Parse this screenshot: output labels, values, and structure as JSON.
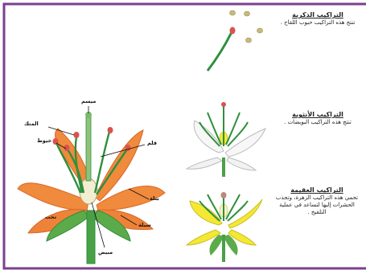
{
  "colors": {
    "frame": "#7a3f8f",
    "petal": "#f08a3c",
    "petal_shadow": "#d9692a",
    "stem": "#2f8f3e",
    "anther": "#d9534f",
    "pollen": "#c9b97a",
    "yellow_petal": "#f4e832"
  },
  "labels": {
    "stigma": "ميسم",
    "anther": "المتك",
    "filament": "خيوط",
    "style": "قلم",
    "ovary": "مبيض",
    "petal": "بتلة",
    "sepal": "سبلة",
    "receptacle": "تخت"
  },
  "sections": [
    {
      "title": "التراكيب الذكرية",
      "text": "تنتج هذه التراكيب حبوب اللقاح ."
    },
    {
      "title": "التراكيب الأنثوية",
      "text": "تنتج هذه التراكيب البويضات ."
    },
    {
      "title": "التراكيب العقيمة",
      "text": "تحمي هذه التراكيب الزهرة، وتجذب الحشرات إليها لتساعد في عملية التلقيح ."
    }
  ]
}
